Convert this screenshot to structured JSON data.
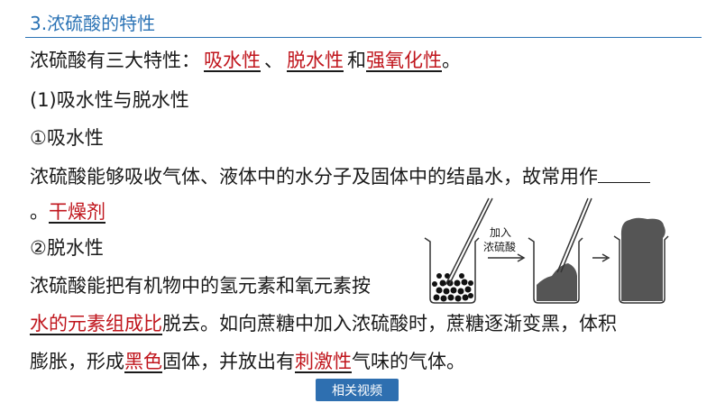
{
  "section_title": "3.浓硫酸的特性",
  "intro": {
    "prefix": "浓硫酸有三大特性：",
    "answer1": "吸水性",
    "sep1": "、",
    "answer2": "脱水性",
    "sep2": "和",
    "answer3": "强氧化性",
    "suffix": "。"
  },
  "sub1_title": "(1)吸水性与脱水性",
  "point1_title": "①吸水性",
  "point1_text": "浓硫酸能够吸收气体、液体中的水分子及固体中的结晶水，故常用作",
  "point1_tail_prefix": "。",
  "point1_answer": "干燥剂",
  "point2_title": "②脱水性",
  "point2_text": "浓硫酸能把有机物中的氢元素和氧元素按",
  "point2_answer": "水的元素组成比",
  "point2_after": "脱去。如向蔗糖中加入浓硫酸时，蔗糖逐渐变黑，体积",
  "last_line": {
    "prefix": "膨胀，形成",
    "answer1": "黑色",
    "middle": "固体，并放出有",
    "answer2": "刺激性",
    "suffix": "气味的气体。"
  },
  "figure": {
    "label_line1": "加入",
    "label_line2": "浓硫酸"
  },
  "video_button_label": "相关视频",
  "colors": {
    "title": "#2b73b5",
    "answer": "#c0161d",
    "button": "#2e6fb0"
  }
}
